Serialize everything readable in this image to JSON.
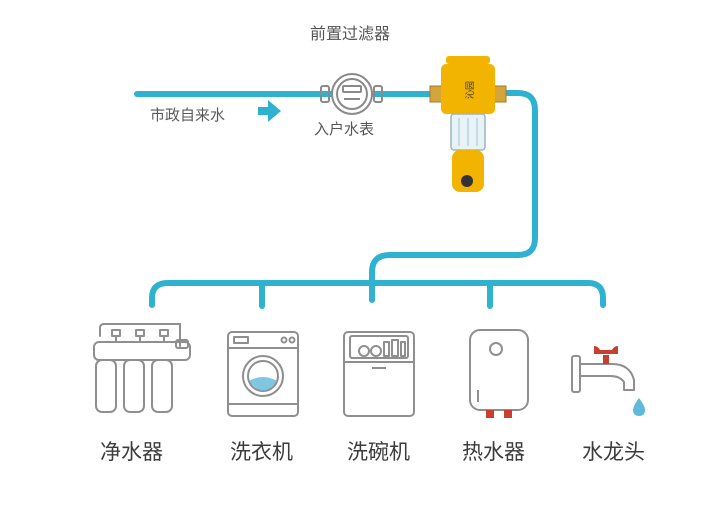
{
  "title": "前置过滤器",
  "source_label": "市政自来水",
  "meter_label": "入户水表",
  "filter_brand_text": "沁园",
  "appliances": [
    {
      "label": "净水器",
      "icon": "water-purifier-icon"
    },
    {
      "label": "洗衣机",
      "icon": "washing-machine-icon"
    },
    {
      "label": "洗碗机",
      "icon": "dishwasher-icon"
    },
    {
      "label": "热水器",
      "icon": "water-heater-icon"
    },
    {
      "label": "水龙头",
      "icon": "faucet-icon"
    }
  ],
  "colors": {
    "pipe": "#2fb2cf",
    "arrow": "#2fb2cf",
    "filter_body": "#f2b400",
    "icon_line": "#8f8f8f",
    "valve_red": "#c83e2f",
    "drop": "#5fb9da"
  }
}
